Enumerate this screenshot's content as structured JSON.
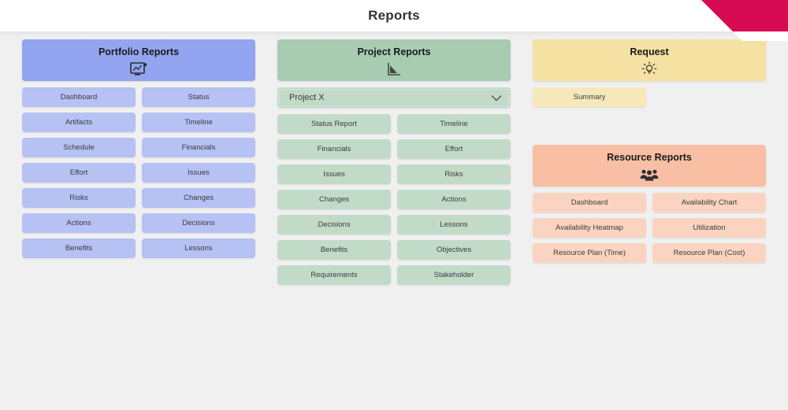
{
  "header": {
    "title": "Reports",
    "accent_color": "#d60b52",
    "background": "#ffffff"
  },
  "page": {
    "background": "#f0f0f0"
  },
  "panels": [
    {
      "id": "portfolio",
      "title": "Portfolio Reports",
      "icon": "chart-monitor-icon",
      "header_color": "#93a5f0",
      "button_color": "#b6c1f4",
      "buttons": [
        "Dashboard",
        "Status",
        "Artifacts",
        "Timeline",
        "Schedule",
        "Financials",
        "Effort",
        "Issues",
        "Risks",
        "Changes",
        "Actions",
        "Decisions",
        "Benefits",
        "Lessons"
      ]
    },
    {
      "id": "project",
      "title": "Project Reports",
      "icon": "area-chart-icon",
      "header_color": "#a8ccb2",
      "button_color": "#c2dbc9",
      "select": {
        "value": "Project X",
        "icon": "chevron-down-icon"
      },
      "buttons": [
        "Status Report",
        "Timeline",
        "Financials",
        "Effort",
        "Issues",
        "Risks",
        "Changes",
        "Actions",
        "Decisions",
        "Lessons",
        "Benefits",
        "Objectives",
        "Requirements",
        "Stakeholder"
      ]
    },
    {
      "id": "request",
      "title": "Request",
      "icon": "lightbulb-icon",
      "header_color": "#f5e2a3",
      "button_color": "#f7e8bc",
      "buttons": [
        "Summary"
      ]
    },
    {
      "id": "resource",
      "title": "Resource Reports",
      "icon": "people-group-icon",
      "header_color": "#f8bfa4",
      "button_color": "#fad4c1",
      "buttons": [
        "Dashboard",
        "Availability Chart",
        "Availability Heatmap",
        "Utilization",
        "Resource Plan (Time)",
        "Resource Plan (Cost)"
      ]
    }
  ]
}
